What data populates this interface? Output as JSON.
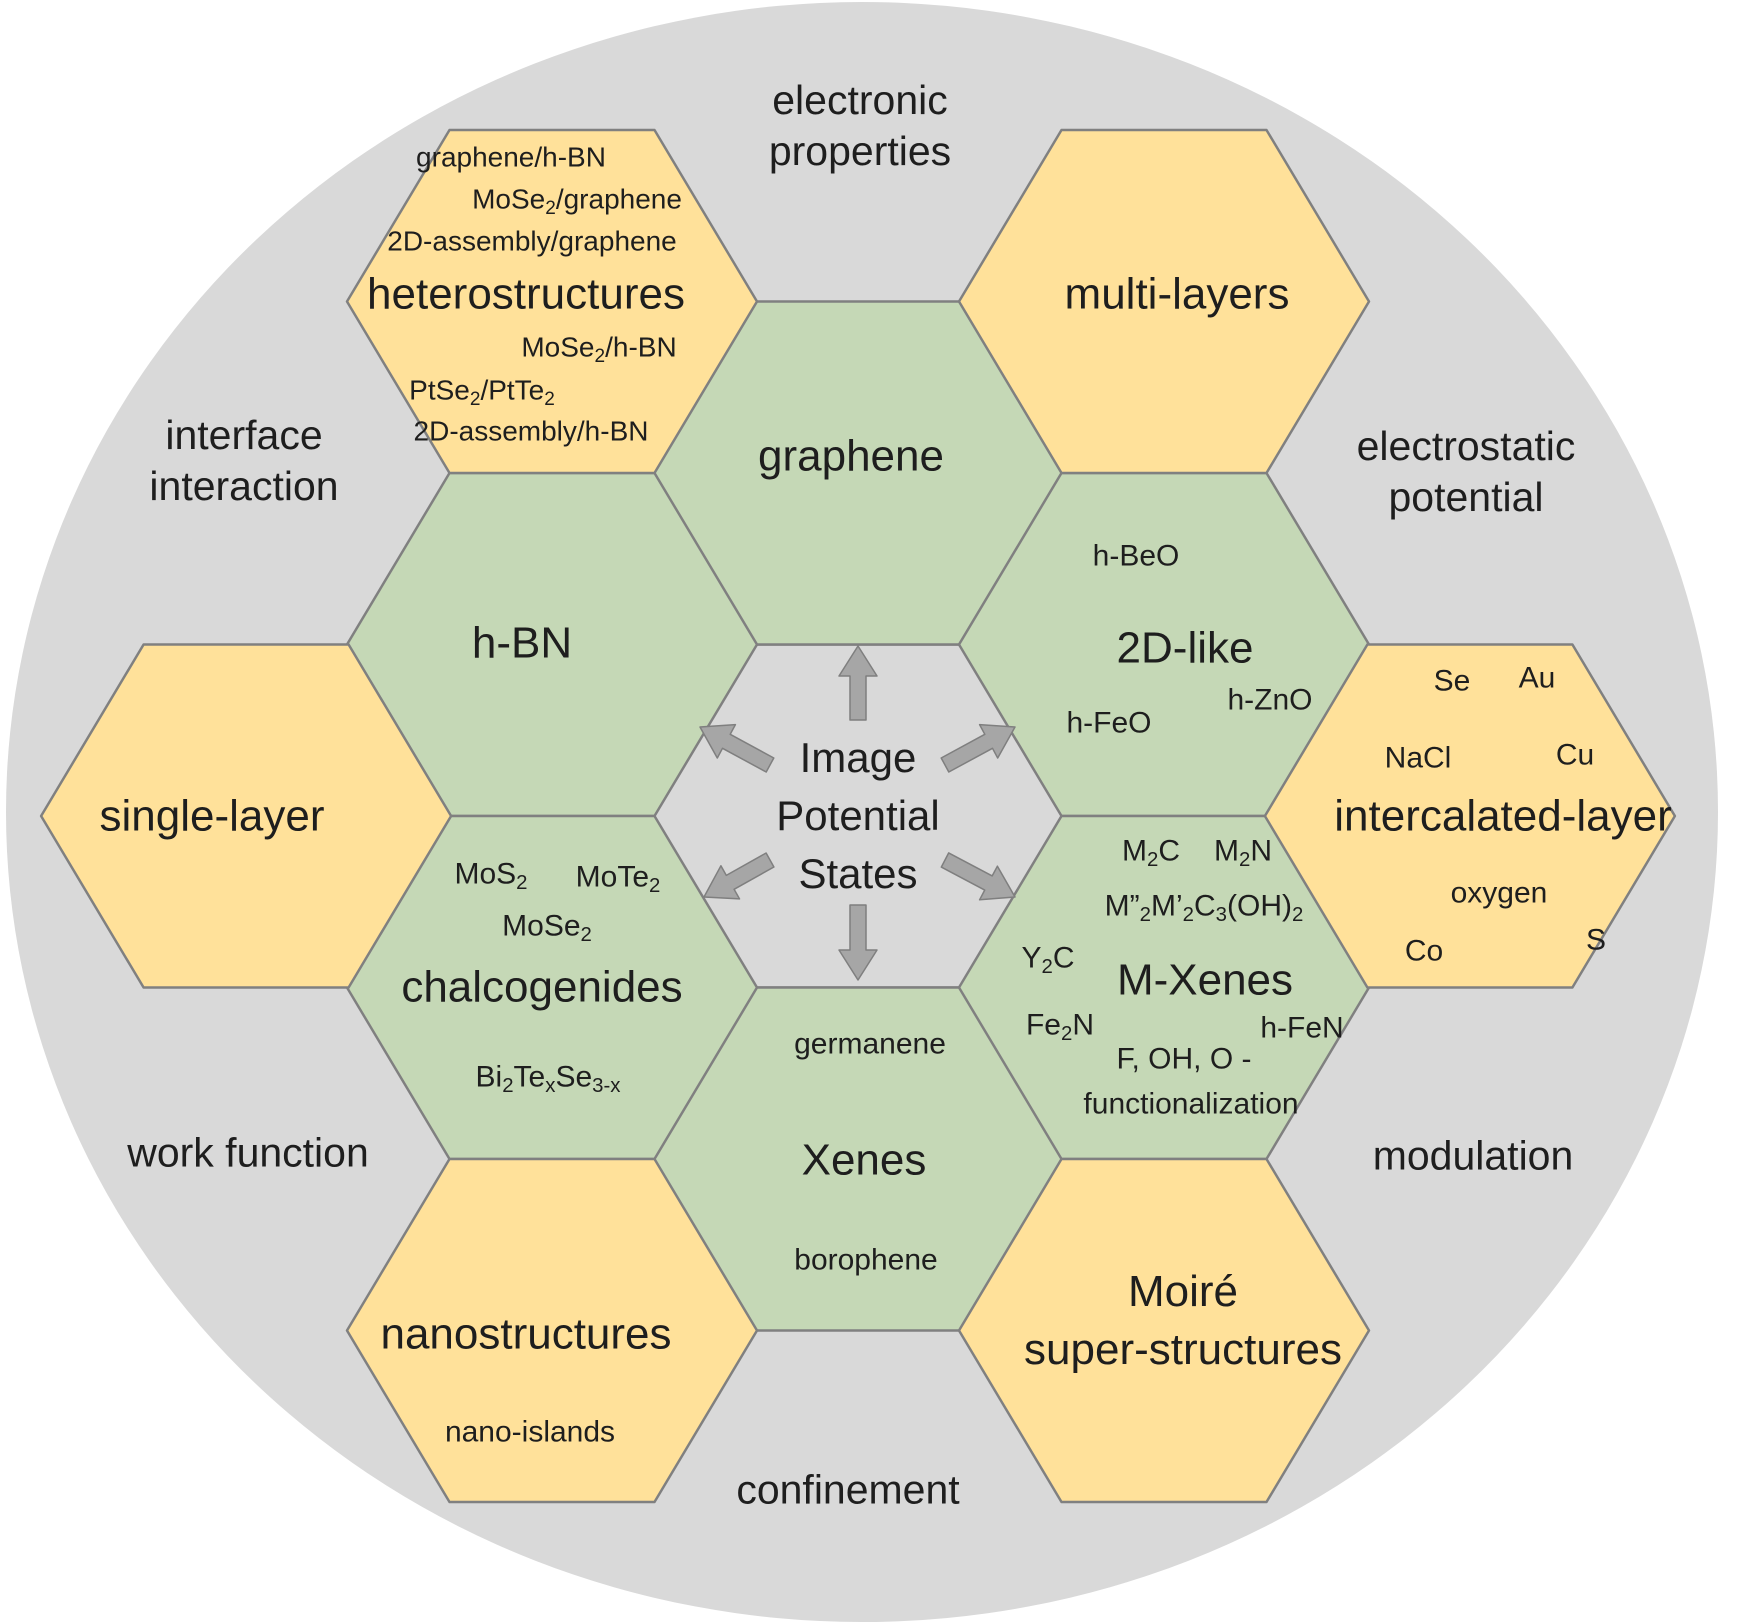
{
  "colors": {
    "circle": "#d9d9d9",
    "center_hex": "#d9d9d9",
    "material_hex": "#c5d8b6",
    "structure_hex": "#ffe19a",
    "hex_stroke": "#808080",
    "arrow": "#a6a6a6",
    "arrow_stroke": "#7f7f7f"
  },
  "center": {
    "lines": [
      "Image",
      "Potential",
      "States"
    ]
  },
  "outer_labels": {
    "electronic_properties": [
      "electronic",
      "properties"
    ],
    "interface_interaction": [
      "interface",
      "interaction"
    ],
    "electrostatic_potential": [
      "electrostatic",
      "potential"
    ],
    "work_function": "work function",
    "modulation": "modulation",
    "confinement": "confinement"
  },
  "materials": {
    "graphene": "graphene",
    "hbn": "h-BN",
    "twod_like": {
      "title": "2D-like",
      "items": [
        "h-BeO",
        "h-FeO",
        "h-ZnO"
      ]
    },
    "chalcogenides": {
      "title": "chalcogenides",
      "items": [
        {
          "base": "MoS",
          "sub": "2"
        },
        {
          "base": "MoTe",
          "sub": "2"
        },
        {
          "base": "MoSe",
          "sub": "2"
        }
      ],
      "formula": {
        "p1": "Bi",
        "s1": "2",
        "p2": "Te",
        "s2": "x",
        "p3": "Se",
        "s3": "3-x"
      }
    },
    "xenes": {
      "title": "Xenes",
      "items": [
        "germanene",
        "borophene"
      ]
    },
    "mxenes": {
      "title": "M-Xenes",
      "m2c": {
        "p1": "M",
        "s1": "2",
        "p2": "C"
      },
      "m2n": {
        "p1": "M",
        "s1": "2",
        "p2": "N"
      },
      "complex": {
        "p1": "M”",
        "s1": "2",
        "p2": "M’",
        "s2": "2",
        "p3": "C",
        "s3": "3",
        "p4": "(OH)",
        "s4": "2"
      },
      "y2c": {
        "p1": "Y",
        "s1": "2",
        "p2": "C"
      },
      "fe2n": {
        "p1": "Fe",
        "s1": "2",
        "p2": "N"
      },
      "hfen": "h-FeN",
      "func_line1": "F, OH, O -",
      "func_line2": "functionalization"
    }
  },
  "structures": {
    "heterostructures": {
      "title": "heterostructures",
      "graphene_hbn": "graphene/h-BN",
      "mose2_graphene": {
        "p1": "MoSe",
        "s1": "2",
        "p2": "/graphene"
      },
      "assembly_graphene": "2D-assembly/graphene",
      "mose2_hbn": {
        "p1": "MoSe",
        "s1": "2",
        "p2": "/h-BN"
      },
      "ptse2_ptte2": {
        "p1": "PtSe",
        "s1": "2",
        "p2": "/PtTe",
        "s2": "2"
      },
      "assembly_hbn": "2D-assembly/h-BN"
    },
    "multi_layers": "multi-layers",
    "single_layer": "single-layer",
    "intercalated": {
      "title": "intercalated-layer",
      "items": [
        "Se",
        "Au",
        "NaCl",
        "Cu",
        "oxygen",
        "Co",
        "S"
      ]
    },
    "nanostructures": {
      "title": "nanostructures",
      "sub": "nano-islands"
    },
    "moire": {
      "line1": "Moiré",
      "line2": "super-structures"
    }
  }
}
